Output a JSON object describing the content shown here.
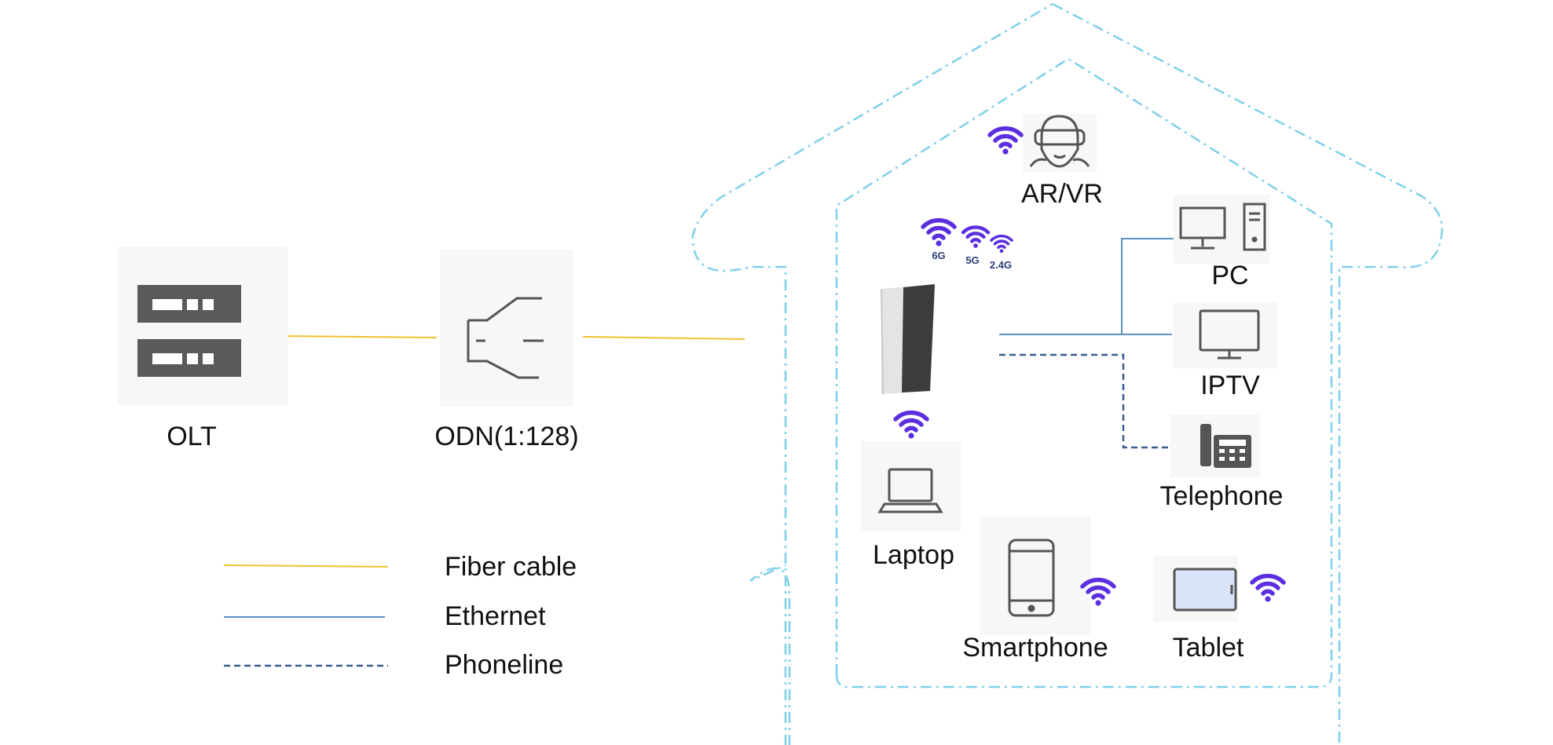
{
  "nodes": {
    "olt": "OLT",
    "odn": "ODN(1:128)",
    "ar_vr": "AR/VR",
    "pc": "PC",
    "iptv": "IPTV",
    "telephone": "Telephone",
    "laptop": "Laptop",
    "smartphone": "Smartphone",
    "tablet": "Tablet"
  },
  "wifi_bands": [
    "6G",
    "5G",
    "2.4G"
  ],
  "legend": {
    "fiber": "Fiber cable",
    "ethernet": "Ethernet",
    "phoneline": "Phoneline"
  },
  "colors": {
    "fiber": "#f2c230",
    "ethernet": "#5b8fc7",
    "phoneline": "#3a5d8f",
    "house_outline": "#7fd0ea",
    "wifi": "#5b2fe0",
    "icon": "#555555"
  }
}
